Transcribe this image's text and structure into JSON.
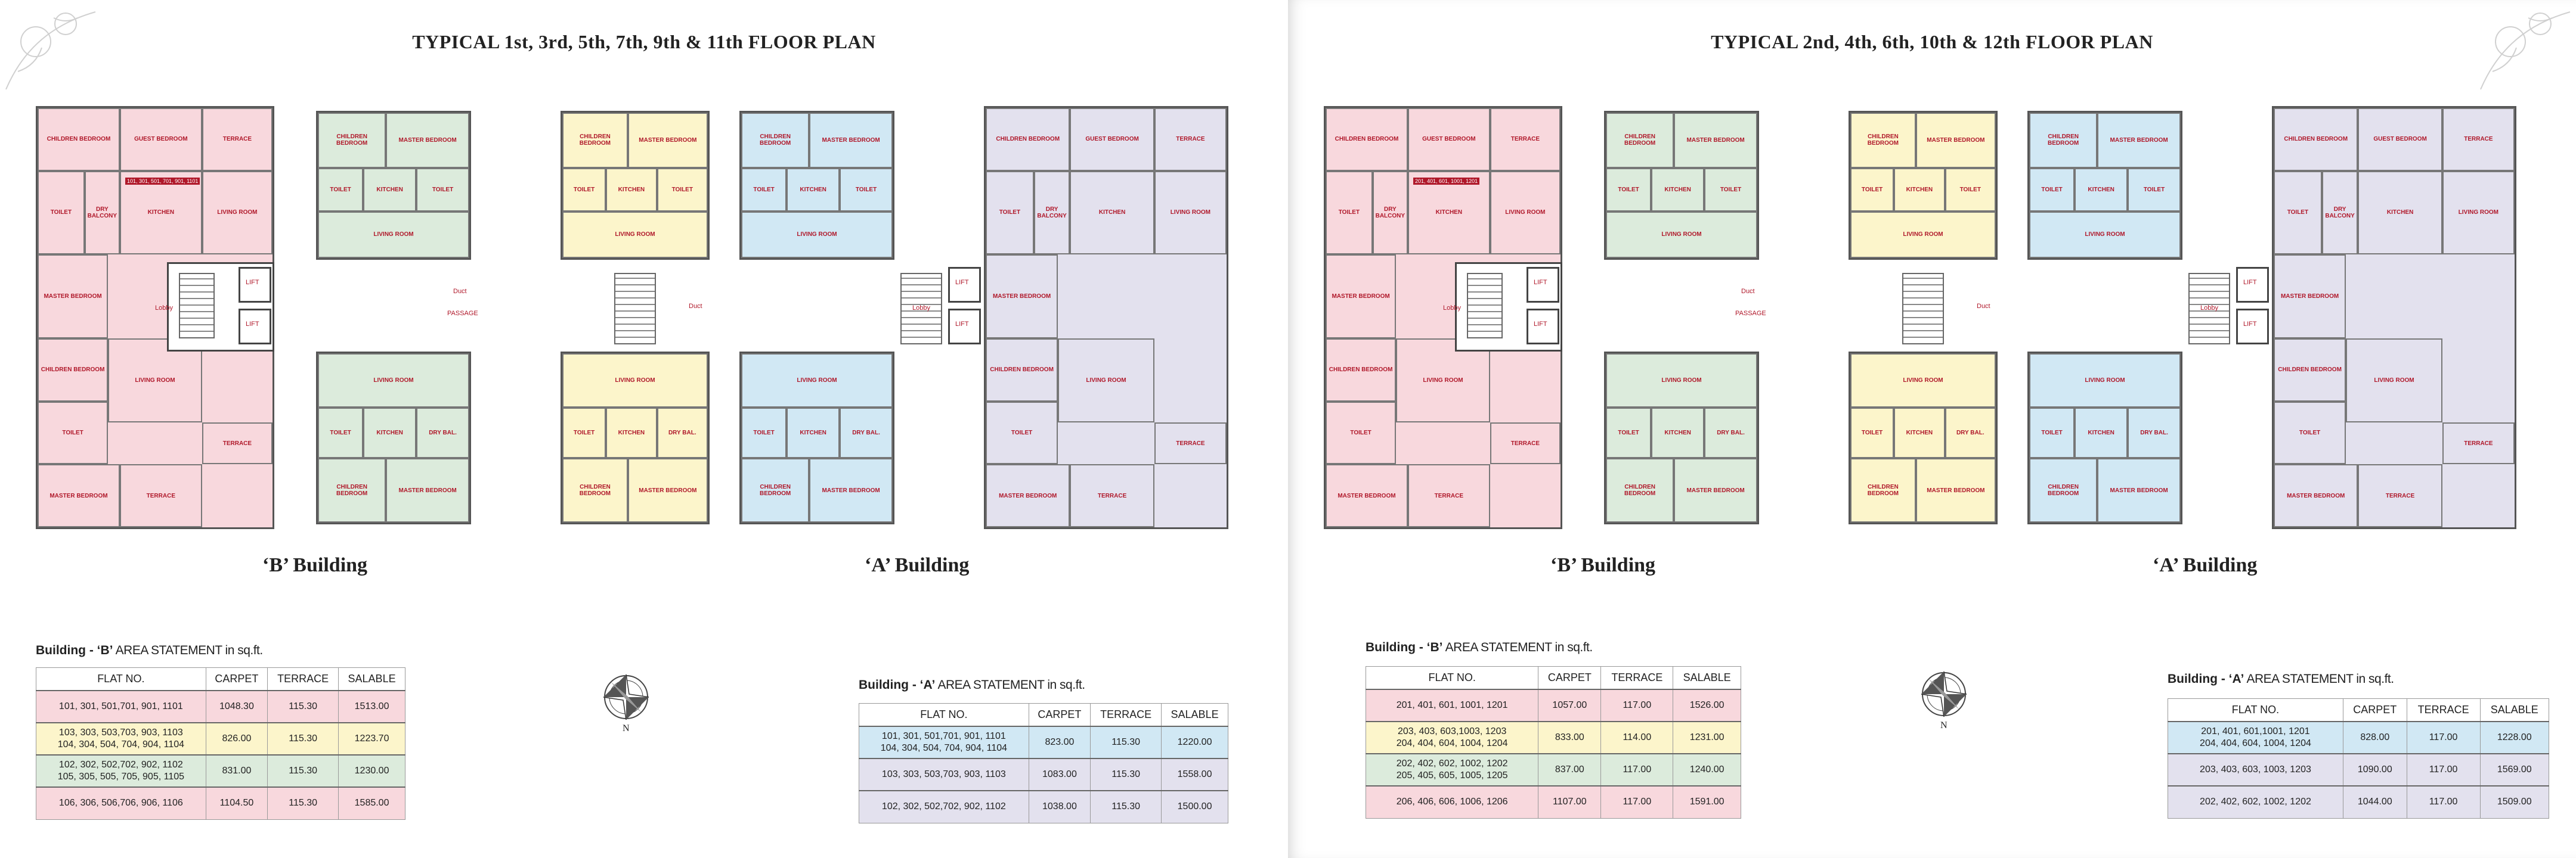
{
  "colors": {
    "pink": "#f8d8dd",
    "yellow": "#fcf5cb",
    "green": "#dcebdc",
    "blue": "#d1e8f4",
    "lavender": "#e3e1ee",
    "accent": "#b0182a"
  },
  "pages": [
    {
      "title": "TYPICAL 1st, 3rd, 5th, 7th, 9th & 11th FLOOR PLAN",
      "buildings": {
        "b": "‘B’ Building",
        "a": "‘A’ Building"
      },
      "flat_tag": "101, 301, 501, 701, 901, 1101",
      "table_b": {
        "caption_bold": "Building - ‘B’",
        "caption_rest": " AREA STATEMENT in sq.ft.",
        "headers": [
          "FLAT NO.",
          "CARPET",
          "TERRACE",
          "SALABLE"
        ],
        "rows": [
          {
            "flats": "101, 301, 501,701, 901, 1101",
            "carpet": "1048.30",
            "terrace": "115.30",
            "salable": "1513.00",
            "color": "#f8d8dd"
          },
          {
            "flats": "103, 303, 503,703, 903, 1103\n104, 304, 504, 704, 904, 1104",
            "carpet": "826.00",
            "terrace": "115.30",
            "salable": "1223.70",
            "color": "#fcf5cb"
          },
          {
            "flats": "102, 302, 502,702, 902, 1102\n105, 305, 505, 705, 905, 1105",
            "carpet": "831.00",
            "terrace": "115.30",
            "salable": "1230.00",
            "color": "#dcebdc"
          },
          {
            "flats": "106, 306, 506,706, 906, 1106",
            "carpet": "1104.50",
            "terrace": "115.30",
            "salable": "1585.00",
            "color": "#f8d8dd"
          }
        ]
      },
      "table_a": {
        "caption_bold": "Building - ‘A’",
        "caption_rest": " AREA STATEMENT in sq.ft.",
        "headers": [
          "FLAT NO.",
          "CARPET",
          "TERRACE",
          "SALABLE"
        ],
        "rows": [
          {
            "flats": "101, 301, 501,701, 901, 1101\n104, 304, 504, 704, 904, 1104",
            "carpet": "823.00",
            "terrace": "115.30",
            "salable": "1220.00",
            "color": "#d1e8f4"
          },
          {
            "flats": "103, 303, 503,703, 903, 1103",
            "carpet": "1083.00",
            "terrace": "115.30",
            "salable": "1558.00",
            "color": "#e3e1ee"
          },
          {
            "flats": "102, 302, 502,702, 902, 1102",
            "carpet": "1038.00",
            "terrace": "115.30",
            "salable": "1500.00",
            "color": "#e3e1ee"
          }
        ]
      }
    },
    {
      "title": "TYPICAL 2nd, 4th, 6th, 10th & 12th FLOOR PLAN",
      "buildings": {
        "b": "‘B’ Building",
        "a": "‘A’ Building"
      },
      "flat_tag": "201, 401, 601, 1001, 1201",
      "table_b": {
        "caption_bold": "Building - ‘B’",
        "caption_rest": " AREA STATEMENT in sq.ft.",
        "headers": [
          "FLAT NO.",
          "CARPET",
          "TERRACE",
          "SALABLE"
        ],
        "rows": [
          {
            "flats": "201, 401, 601, 1001, 1201",
            "carpet": "1057.00",
            "terrace": "117.00",
            "salable": "1526.00",
            "color": "#f8d8dd"
          },
          {
            "flats": "203, 403, 603,1003, 1203\n204, 404, 604, 1004, 1204",
            "carpet": "833.00",
            "terrace": "114.00",
            "salable": "1231.00",
            "color": "#fcf5cb"
          },
          {
            "flats": "202, 402, 602, 1002, 1202\n205, 405, 605,  1005, 1205",
            "carpet": "837.00",
            "terrace": "117.00",
            "salable": "1240.00",
            "color": "#dcebdc"
          },
          {
            "flats": "206, 406, 606, 1006, 1206",
            "carpet": "1107.00",
            "terrace": "117.00",
            "salable": "1591.00",
            "color": "#f8d8dd"
          }
        ]
      },
      "table_a": {
        "caption_bold": "Building - ‘A’",
        "caption_rest": " AREA STATEMENT in sq.ft.",
        "headers": [
          "FLAT NO.",
          "CARPET",
          "TERRACE",
          "SALABLE"
        ],
        "rows": [
          {
            "flats": "201, 401, 601,1001, 1201\n204, 404, 604, 1004, 1204",
            "carpet": "828.00",
            "terrace": "117.00",
            "salable": "1228.00",
            "color": "#d1e8f4"
          },
          {
            "flats": "203, 403, 603, 1003, 1203",
            "carpet": "1090.00",
            "terrace": "117.00",
            "salable": "1569.00",
            "color": "#e3e1ee"
          },
          {
            "flats": "202, 402, 602, 1002, 1202",
            "carpet": "1044.00",
            "terrace": "117.00",
            "salable": "1509.00",
            "color": "#e3e1ee"
          }
        ]
      }
    }
  ],
  "plan_labels": {
    "lift": "LIFT",
    "lobby": "Lobby",
    "duct": "Duct",
    "passage": "PASSAGE"
  },
  "rooms": {
    "living": "LIVING ROOM",
    "kitchen": "KITCHEN",
    "master": "MASTER BEDROOM",
    "children": "CHILDREN BEDROOM",
    "guest": "GUEST BEDROOM",
    "toilet": "TOILET",
    "terrace": "TERRACE",
    "dry_balcony": "DRY BALCONY",
    "dry_bal": "DRY BAL."
  },
  "compass": {
    "north": "N",
    "icon": "compass-rose-icon"
  }
}
